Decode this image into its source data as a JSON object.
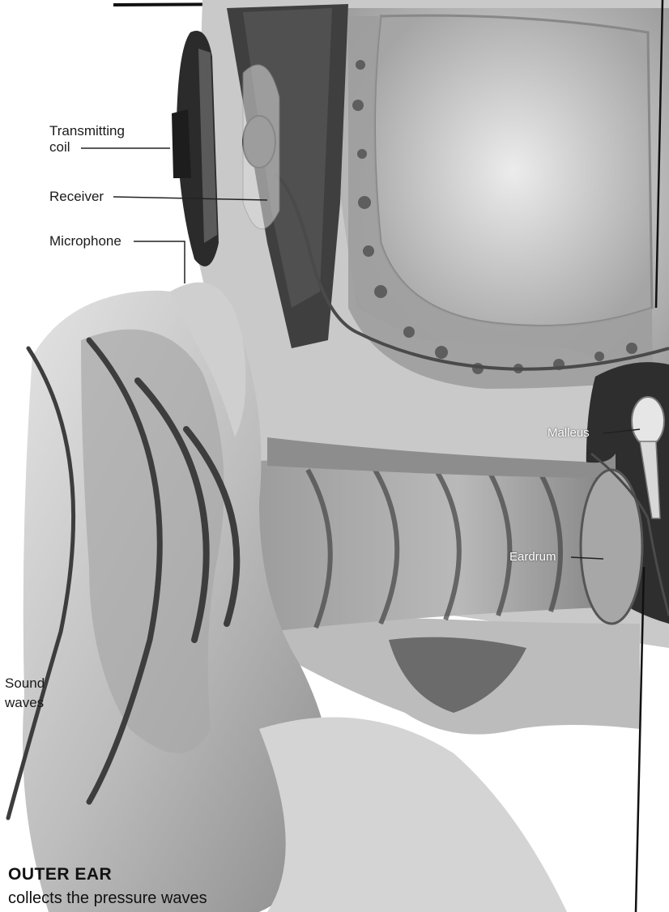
{
  "labels": {
    "transmitting_coil_line1": "Transmitting",
    "transmitting_coil_line2": "coil",
    "receiver": "Receiver",
    "microphone": "Microphone",
    "malleus": "Malleus",
    "eardrum": "Eardrum",
    "sound_waves_line1": "Sound",
    "sound_waves_line2": "waves"
  },
  "caption": {
    "heading": "OUTER EAR",
    "text": "collects the pressure waves"
  },
  "colors": {
    "background": "#ffffff",
    "skin_light": "#d9d9d9",
    "skin_mid": "#b5b5b5",
    "skin_dark": "#7a7a7a",
    "shadow": "#3a3a3a",
    "leader_line": "#222222"
  }
}
